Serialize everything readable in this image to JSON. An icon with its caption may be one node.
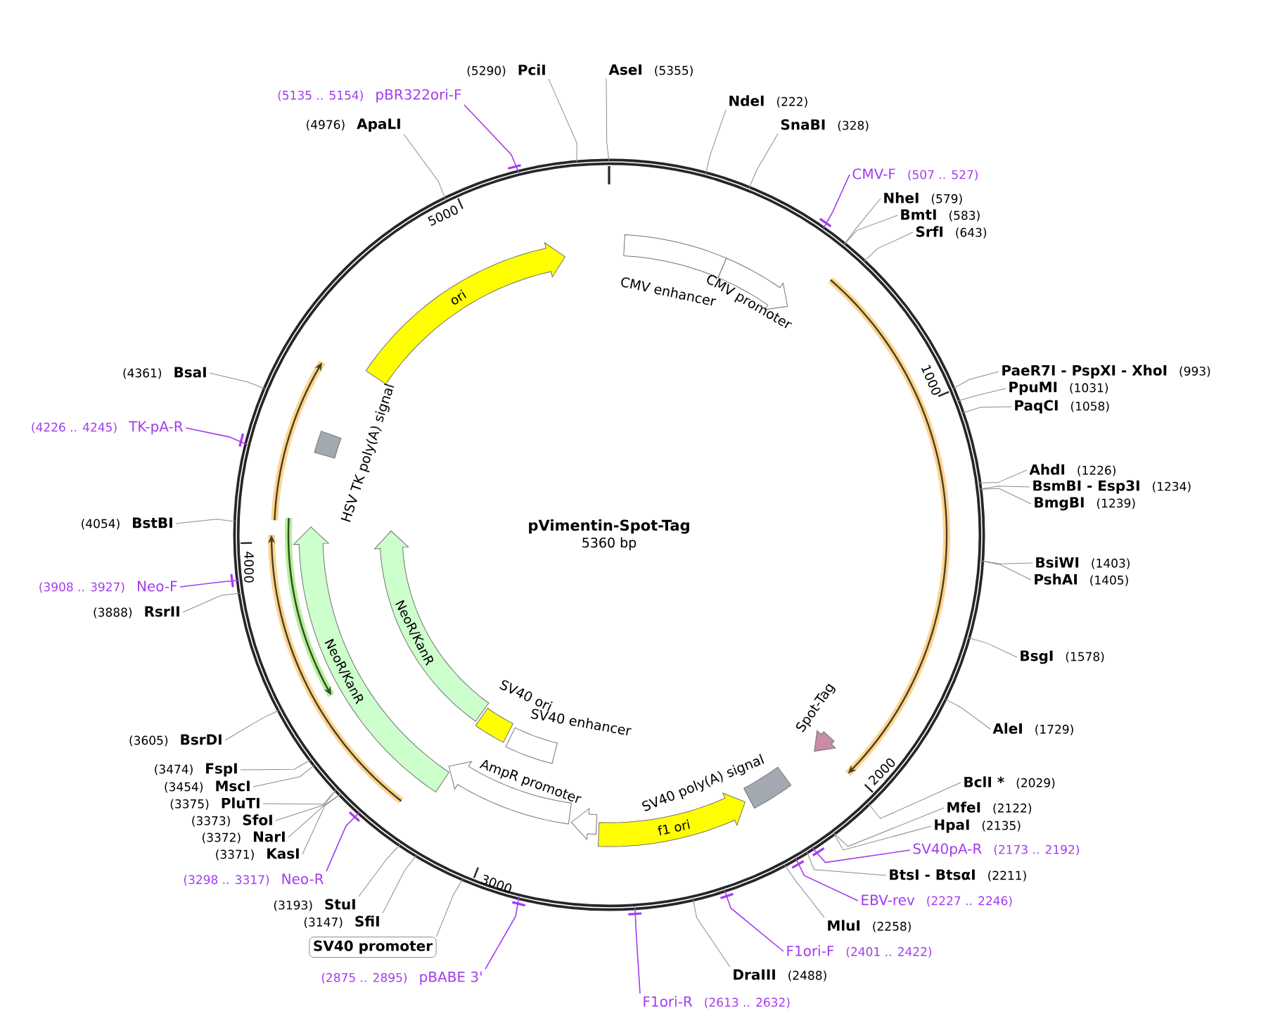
{
  "diagram": {
    "nodes": [
      {
        "text": [
          "pVimentin-Spot-Tag",
          "5360 bp"
        ]
      },
      {
        "text": [
          "ori"
        ],
        "in": 0
      },
      {
        "text": [],
        "shape": "box",
        "beside": [
          "CMV enhancer"
        ],
        "in": 0
      },
      {
        "text": [],
        "shape": "arrow",
        "beside": [
          "CMV promoter"
        ],
        "in": 0
      },
      {
        "text": [],
        "shape": "arrow",
        "beside": [
          "Spot-Tag"
        ],
        "in": 0
      },
      {
        "text": [],
        "shape": "box",
        "beside": [
          "SV40 poly(A) signal"
        ],
        "in": 0
      },
      {
        "text": [
          "f1 ori"
        ],
        "in": 0
      },
      {
        "text": [],
        "shape": "arrow",
        "in": 0
      },
      {
        "text": [],
        "shape": "arrow",
        "beside": [
          "AmpR promoter"
        ],
        "in": 0
      },
      {
        "text": [],
        "shape": "box",
        "beside": [
          "SV40 enhancer"
        ],
        "in": 0
      },
      {
        "text": [],
        "shape": "box",
        "beside": [
          "SV40 ori"
        ],
        "in": 0
      },
      {
        "text": [
          "NeoR/KanR"
        ],
        "in": 0
      },
      {
        "text": [
          "NeoR/KanR"
        ],
        "in": 0
      },
      {
        "text": [],
        "shape": "box",
        "beside": [
          "HSV TK poly(A) signal"
        ],
        "in": 0
      },
      {
        "text": [
          "AseI",
          "(5355)"
        ]
      },
      {
        "text": [
          "NdeI",
          "(222)"
        ]
      },
      {
        "text": [
          "SnaBI",
          "(328)"
        ]
      },
      {
        "text": [
          "CMV-F",
          "(507 .. 527)"
        ]
      },
      {
        "text": [
          "NheI",
          "(579)"
        ]
      },
      {
        "text": [
          "BmtI",
          "(583)"
        ]
      },
      {
        "text": [
          "SrfI",
          "(643)"
        ]
      },
      {
        "text": [
          "PaeR7I - PspXI - XhoI",
          "(993)"
        ]
      },
      {
        "text": [
          "PpuMI",
          "(1031)"
        ]
      },
      {
        "text": [
          "PaqCI",
          "(1058)"
        ]
      },
      {
        "text": [
          "AhdI",
          "(1226)"
        ]
      },
      {
        "text": [
          "BsmBI - Esp3I",
          "(1234)"
        ]
      },
      {
        "text": [
          "BmgBI",
          "(1239)"
        ]
      },
      {
        "text": [
          "BsiWI",
          "(1403)"
        ]
      },
      {
        "text": [
          "PshAI",
          "(1405)"
        ]
      },
      {
        "text": [
          "BsgI",
          "(1578)"
        ]
      },
      {
        "text": [
          "AleI",
          "(1729)"
        ]
      },
      {
        "text": [
          "BclI *",
          "(2029)"
        ]
      },
      {
        "text": [
          "MfeI",
          "(2122)"
        ]
      },
      {
        "text": [
          "HpaI",
          "(2135)"
        ]
      },
      {
        "text": [
          "SV40pA-R",
          "(2173 .. 2192)"
        ]
      },
      {
        "text": [
          "BtsI - BtsαI",
          "(2211)"
        ]
      },
      {
        "text": [
          "EBV-rev",
          "(2227 .. 2246)"
        ]
      },
      {
        "text": [
          "MluI",
          "(2258)"
        ]
      },
      {
        "text": [
          "F1ori-F",
          "(2401 .. 2422)"
        ]
      },
      {
        "text": [
          "DraIII",
          "(2488)"
        ]
      },
      {
        "text": [
          "F1ori-R",
          "(2613 .. 2632)"
        ]
      },
      {
        "text": [
          "(2875 .. 2895)",
          "pBABE 3'"
        ]
      },
      {
        "text": [
          "SV40 promoter"
        ]
      },
      {
        "text": [
          "(3147)",
          "SfiI"
        ]
      },
      {
        "text": [
          "(3193)",
          "StuI"
        ]
      },
      {
        "text": [
          "(3298 .. 3317)",
          "Neo-R"
        ]
      },
      {
        "text": [
          "(3371)",
          "KasI"
        ]
      },
      {
        "text": [
          "(3372)",
          "NarI"
        ]
      },
      {
        "text": [
          "(3373)",
          "SfoI"
        ]
      },
      {
        "text": [
          "(3375)",
          "PluTI"
        ]
      },
      {
        "text": [
          "(3454)",
          "MscI"
        ]
      },
      {
        "text": [
          "(3474)",
          "FspI"
        ]
      },
      {
        "text": [
          "(3605)",
          "BsrDI"
        ]
      },
      {
        "text": [
          "(3888)",
          "RsrII"
        ]
      },
      {
        "text": [
          "(3908 .. 3927)",
          "Neo-F"
        ]
      },
      {
        "text": [
          "(4054)",
          "BstBI"
        ]
      },
      {
        "text": [
          "(4226 .. 4245)",
          "TK-pA-R"
        ]
      },
      {
        "text": [
          "(4361)",
          "BsaI"
        ]
      },
      {
        "text": [
          "(4976)",
          "ApaLI"
        ]
      },
      {
        "text": [
          "(5135 .. 5154)",
          "pBR322ori-F"
        ]
      },
      {
        "text": [
          "(5290)",
          "PciI"
        ]
      }
    ],
    "edges": [
      {
        "from": 14,
        "to": 0,
        "arrow": "none"
      },
      {
        "from": 15,
        "to": 0,
        "arrow": "none"
      },
      {
        "from": 16,
        "to": 0,
        "arrow": "none"
      },
      {
        "from": 17,
        "to": 0,
        "arrow": "none",
        "color": "#a23cf0"
      },
      {
        "from": 18,
        "to": 0,
        "arrow": "none"
      },
      {
        "from": 19,
        "to": 0,
        "arrow": "none"
      },
      {
        "from": 20,
        "to": 0,
        "arrow": "none"
      },
      {
        "from": 21,
        "to": 0,
        "arrow": "none"
      },
      {
        "from": 22,
        "to": 0,
        "arrow": "none"
      },
      {
        "from": 23,
        "to": 0,
        "arrow": "none"
      },
      {
        "from": 24,
        "to": 0,
        "arrow": "none"
      },
      {
        "from": 25,
        "to": 0,
        "arrow": "none"
      },
      {
        "from": 26,
        "to": 0,
        "arrow": "none"
      },
      {
        "from": 27,
        "to": 0,
        "arrow": "none"
      },
      {
        "from": 28,
        "to": 0,
        "arrow": "none"
      },
      {
        "from": 29,
        "to": 0,
        "arrow": "none"
      },
      {
        "from": 30,
        "to": 0,
        "arrow": "none"
      },
      {
        "from": 31,
        "to": 0,
        "arrow": "none"
      },
      {
        "from": 32,
        "to": 0,
        "arrow": "none"
      },
      {
        "from": 33,
        "to": 0,
        "arrow": "none"
      },
      {
        "from": 34,
        "to": 0,
        "arrow": "none",
        "color": "#a23cf0"
      },
      {
        "from": 35,
        "to": 0,
        "arrow": "none"
      },
      {
        "from": 36,
        "to": 0,
        "arrow": "none",
        "color": "#a23cf0"
      },
      {
        "from": 37,
        "to": 0,
        "arrow": "none"
      },
      {
        "from": 38,
        "to": 0,
        "arrow": "none",
        "color": "#a23cf0"
      },
      {
        "from": 39,
        "to": 0,
        "arrow": "none"
      },
      {
        "from": 40,
        "to": 0,
        "arrow": "none",
        "color": "#a23cf0"
      },
      {
        "from": 41,
        "to": 0,
        "arrow": "none",
        "color": "#a23cf0"
      },
      {
        "from": 42,
        "to": 0,
        "arrow": "none"
      },
      {
        "from": 43,
        "to": 0,
        "arrow": "none"
      },
      {
        "from": 44,
        "to": 0,
        "arrow": "none"
      },
      {
        "from": 45,
        "to": 0,
        "arrow": "none",
        "color": "#a23cf0"
      },
      {
        "from": 46,
        "to": 0,
        "arrow": "none"
      },
      {
        "from": 47,
        "to": 0,
        "arrow": "none"
      },
      {
        "from": 48,
        "to": 0,
        "arrow": "none"
      },
      {
        "from": 49,
        "to": 0,
        "arrow": "none"
      },
      {
        "from": 50,
        "to": 0,
        "arrow": "none"
      },
      {
        "from": 51,
        "to": 0,
        "arrow": "none"
      },
      {
        "from": 52,
        "to": 0,
        "arrow": "none"
      },
      {
        "from": 53,
        "to": 0,
        "arrow": "none"
      },
      {
        "from": 54,
        "to": 0,
        "arrow": "none",
        "color": "#a23cf0"
      },
      {
        "from": 55,
        "to": 0,
        "arrow": "none"
      },
      {
        "from": 56,
        "to": 0,
        "arrow": "none",
        "color": "#a23cf0"
      },
      {
        "from": 57,
        "to": 0,
        "arrow": "none"
      },
      {
        "from": 58,
        "to": 0,
        "arrow": "none"
      },
      {
        "from": 59,
        "to": 0,
        "arrow": "none",
        "color": "#a23cf0"
      },
      {
        "from": 60,
        "to": 0,
        "arrow": "none"
      }
    ],
    "labels": [
      "1000",
      "2000",
      "3000",
      "4000",
      "5000"
    ]
  }
}
